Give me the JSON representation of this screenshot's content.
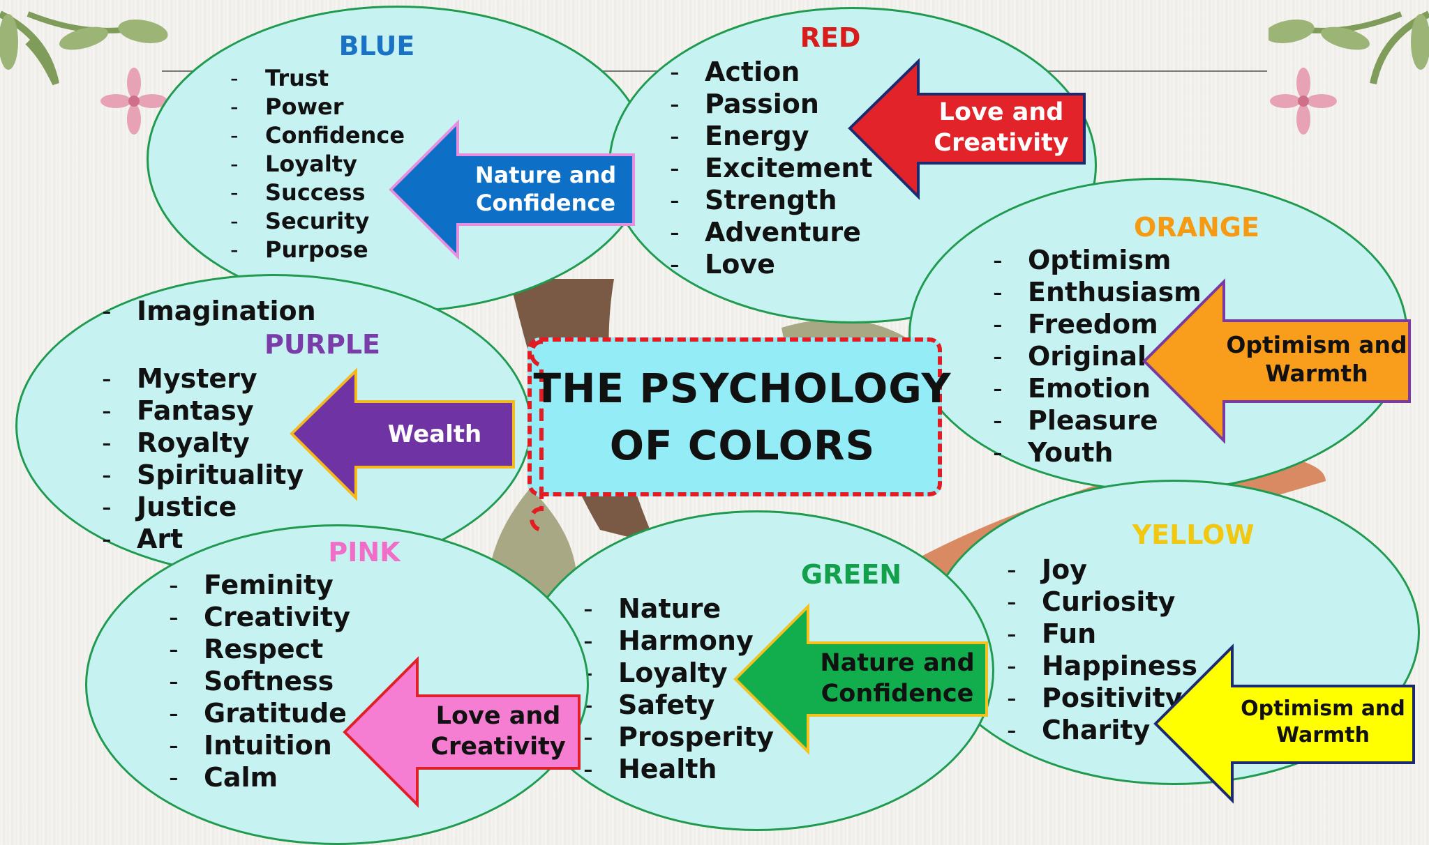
{
  "center_title": [
    "THE PSYCHOLOGY",
    "OF COLORS"
  ],
  "clusters": {
    "blue": {
      "title": "BLUE",
      "title_color": "#1a72c4",
      "items": [
        "Trust",
        "Power",
        "Confidence",
        "Loyalty",
        "Success",
        "Security",
        "Purpose"
      ],
      "arrow": {
        "lines": [
          "Nature and",
          "Confidence"
        ],
        "fill": "#0e6fc6",
        "stroke": "#e88ee0",
        "text_color": "#ffffff"
      }
    },
    "red": {
      "title": "RED",
      "title_color": "#d81b1b",
      "items": [
        "Action",
        "Passion",
        "Energy",
        "Excitement",
        "Strength",
        "Adventure",
        "Love"
      ],
      "arrow": {
        "lines": [
          "Love and",
          "Creativity"
        ],
        "fill": "#e2232a",
        "stroke": "#1c2b6e",
        "text_color": "#ffffff"
      }
    },
    "orange": {
      "title": "ORANGE",
      "title_color": "#f59a12",
      "items": [
        "Optimism",
        "Enthusiasm",
        "Freedom",
        "Original",
        "Emotion",
        "Pleasure",
        "Youth"
      ],
      "arrow": {
        "lines": [
          "Optimism and",
          "Warmth"
        ],
        "fill": "#f99d1c",
        "stroke": "#7a3aa0",
        "text_color": "#111111"
      }
    },
    "purple": {
      "title": "PURPLE",
      "title_color": "#7a3ca8",
      "top_item": "Imagination",
      "items": [
        "Mystery",
        "Fantasy",
        "Royalty",
        "Spirituality",
        "Justice",
        "Art"
      ],
      "arrow": {
        "lines": [
          "Wealth"
        ],
        "fill": "#6f33a3",
        "stroke": "#f3b91e",
        "text_color": "#ffffff"
      }
    },
    "pink": {
      "title": "PINK",
      "title_color": "#f06ec8",
      "items": [
        "Feminity",
        "Creativity",
        "Respect",
        "Softness",
        "Gratitude",
        "Intuition",
        "Calm"
      ],
      "arrow": {
        "lines": [
          "Love and",
          "Creativity"
        ],
        "fill": "#f57ed3",
        "stroke": "#e02028",
        "text_color": "#111111"
      }
    },
    "green": {
      "title": "GREEN",
      "title_color": "#13a04a",
      "items": [
        "Nature",
        "Harmony",
        "Loyalty",
        "Safety",
        "Prosperity",
        "Health"
      ],
      "arrow": {
        "lines": [
          "Nature and",
          "Confidence"
        ],
        "fill": "#12ad4d",
        "stroke": "#f3c21e",
        "text_color": "#111111"
      }
    },
    "yellow": {
      "title": "YELLOW",
      "title_color": "#f2c70f",
      "items": [
        "Joy",
        "Curiosity",
        "Fun",
        "Happiness",
        "Positivity",
        "Charity"
      ],
      "arrow": {
        "lines": [
          "Optimism and",
          "Warmth"
        ],
        "fill": "#ffff00",
        "stroke": "#1c2b6e",
        "text_color": "#111111"
      }
    }
  }
}
